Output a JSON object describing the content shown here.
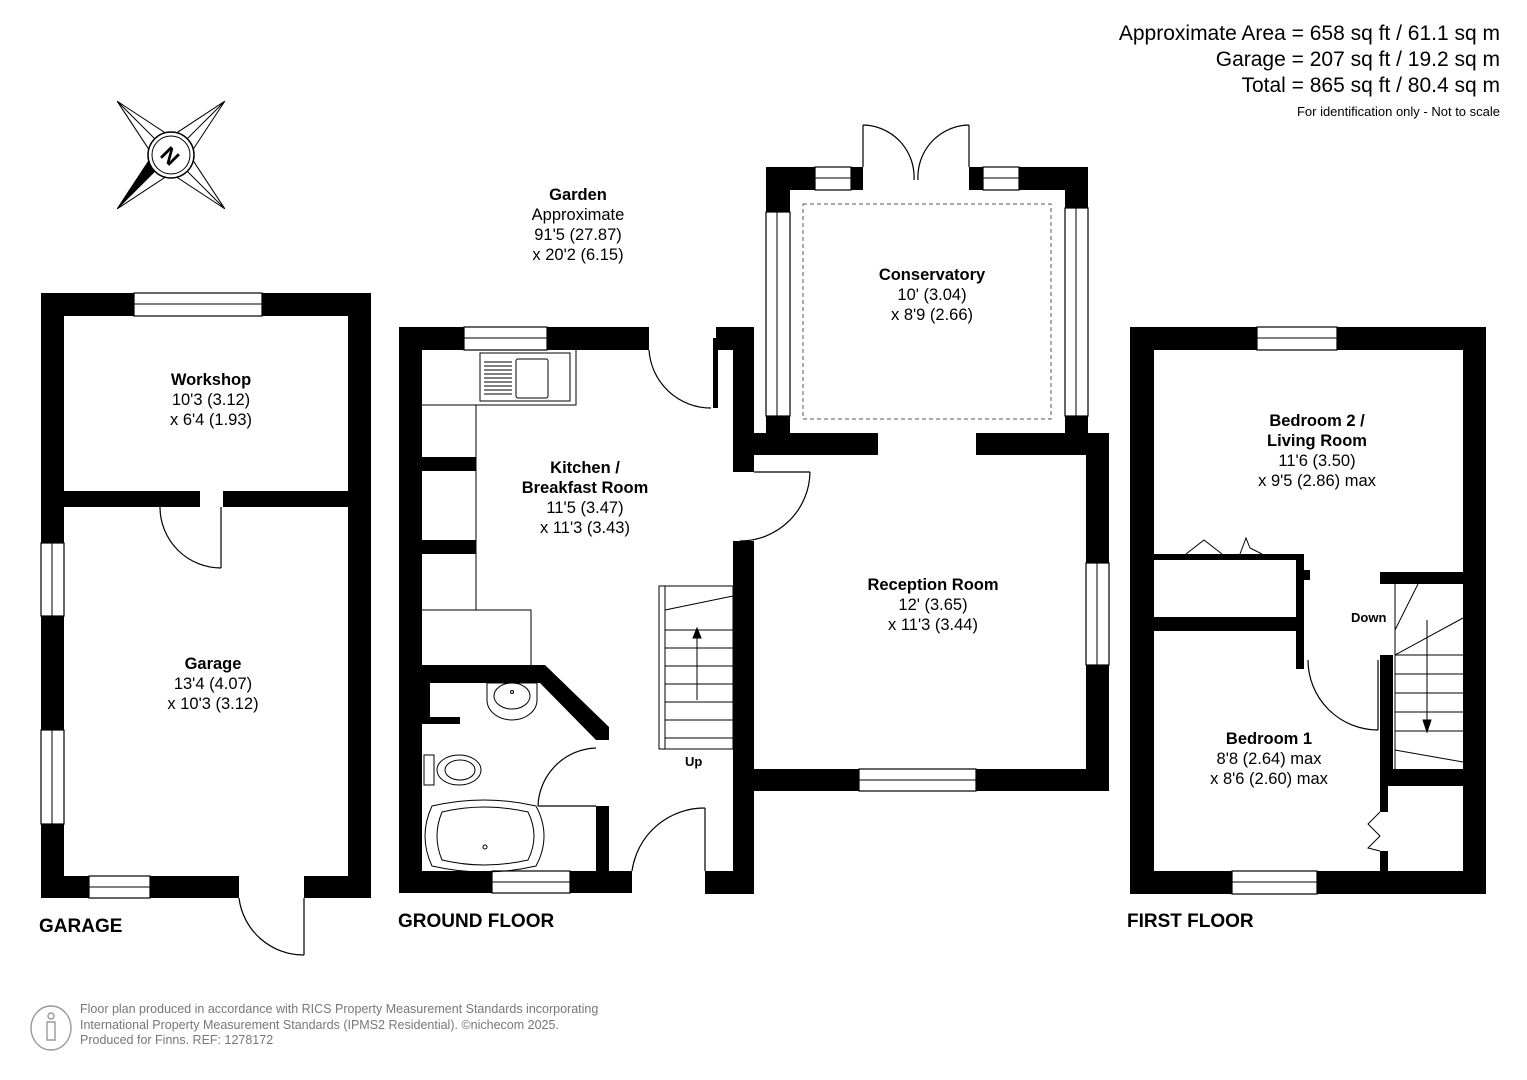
{
  "areas": {
    "approximate": "Approximate Area = 658 sq ft / 61.1 sq m",
    "garage": "Garage = 207 sq ft / 19.2 sq m",
    "total": "Total = 865 sq ft / 80.4 sq m",
    "note": "For identification only - Not to scale"
  },
  "garden": {
    "name": "Garden",
    "line1": "Approximate",
    "line2": "91'5 (27.87)",
    "line3": "x 20'2 (6.15)"
  },
  "rooms": {
    "workshop": {
      "name": "Workshop",
      "dim1": "10'3 (3.12)",
      "dim2": "x 6'4 (1.93)"
    },
    "garage": {
      "name": "Garage",
      "dim1": "13'4 (4.07)",
      "dim2": "x 10'3 (3.12)"
    },
    "kitchen": {
      "name1": "Kitchen /",
      "name2": "Breakfast Room",
      "dim1": "11'5 (3.47)",
      "dim2": "x 11'3 (3.43)"
    },
    "conservatory": {
      "name": "Conservatory",
      "dim1": "10' (3.04)",
      "dim2": "x 8'9 (2.66)"
    },
    "reception": {
      "name": "Reception Room",
      "dim1": "12' (3.65)",
      "dim2": "x 11'3 (3.44)"
    },
    "bedroom2": {
      "name1": "Bedroom 2 /",
      "name2": "Living Room",
      "dim1": "11'6 (3.50)",
      "dim2": "x 9'5 (2.86) max"
    },
    "bedroom1": {
      "name": "Bedroom 1",
      "dim1": "8'8 (2.64) max",
      "dim2": "x 8'6 (2.60) max"
    }
  },
  "stairs": {
    "up": "Up",
    "down": "Down"
  },
  "floors": {
    "garage": "GARAGE",
    "ground": "GROUND FLOOR",
    "first": "FIRST FLOOR"
  },
  "compass": {
    "label": "N"
  },
  "footer": {
    "line1": "Floor plan produced in accordance with RICS Property Measurement Standards incorporating",
    "line2": "International Property Measurement Standards (IPMS2 Residential).  ©nichecom 2025.",
    "line3": "Produced for Finns.   REF:  1278172"
  },
  "colors": {
    "wall": "#000000",
    "window": "#ffffff",
    "footer_text": "#777777"
  }
}
